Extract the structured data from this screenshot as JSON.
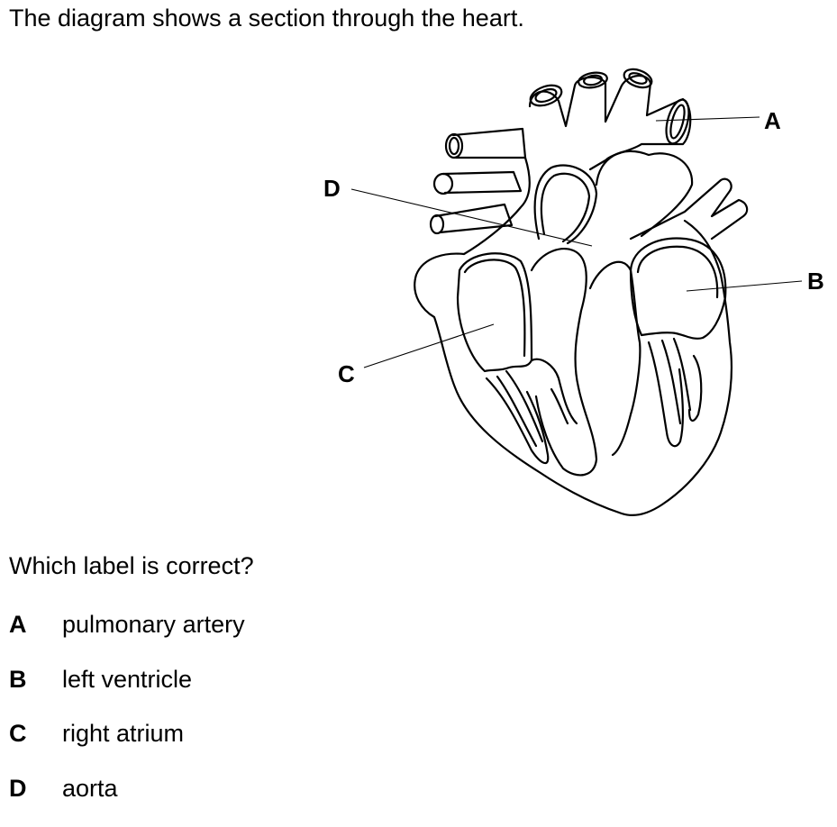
{
  "question": {
    "intro": "The diagram shows a section through the heart.",
    "prompt": "Which label is correct?"
  },
  "diagram": {
    "labels": {
      "a": "A",
      "b": "B",
      "c": "C",
      "d": "D"
    }
  },
  "options": [
    {
      "letter": "A",
      "text": "pulmonary artery"
    },
    {
      "letter": "B",
      "text": "left ventricle"
    },
    {
      "letter": "C",
      "text": "right atrium"
    },
    {
      "letter": "D",
      "text": "aorta"
    }
  ]
}
